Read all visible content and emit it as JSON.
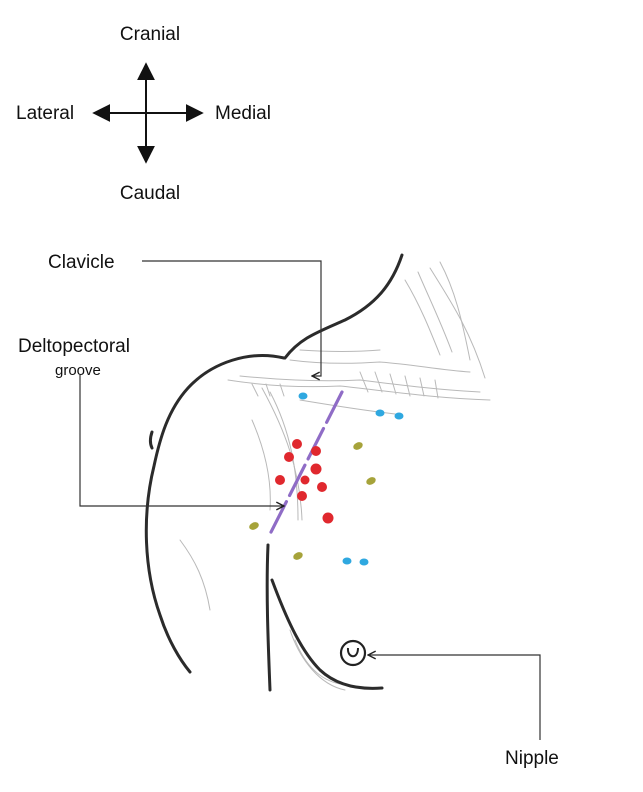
{
  "orientation": {
    "cranial": "Cranial",
    "lateral": "Lateral",
    "medial": "Medial",
    "caudal": "Caudal"
  },
  "labels": {
    "clavicle": "Clavicle",
    "deltopectoral": "Deltopectoral",
    "groove": "groove",
    "nipple": "Nipple"
  },
  "colors": {
    "red_dot": "#e0282e",
    "blue_dot": "#2fa8e0",
    "olive_dot": "#a6a33a",
    "groove_line": "#8f6cc6",
    "outline": "#2b2b2b"
  }
}
